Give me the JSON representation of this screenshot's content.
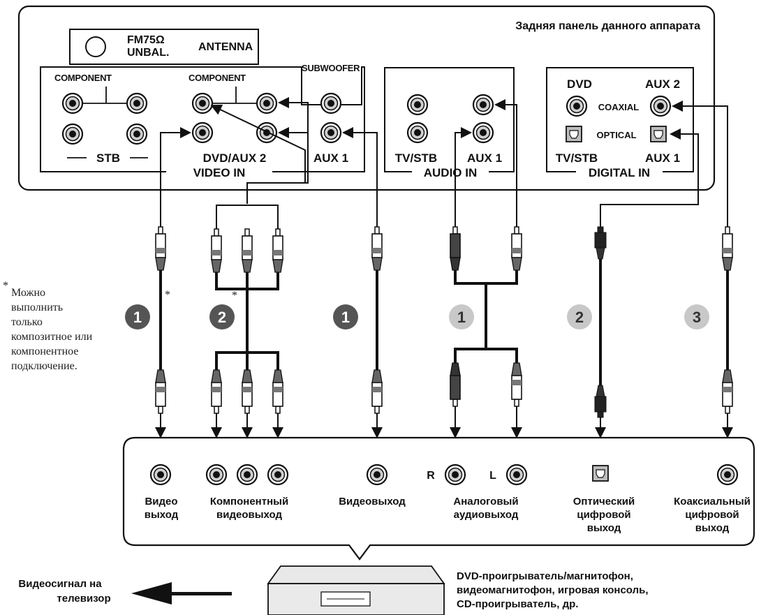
{
  "rear_panel": {
    "title": "Задняя панель данного аппарата",
    "antenna": {
      "fm": "FM75Ω",
      "unbal": "UNBAL.",
      "label": "ANTENNA"
    },
    "video_in": {
      "component_left": "COMPONENT",
      "component_right": "COMPONENT",
      "subwoofer": "SUBWOOFER",
      "stb": "STB",
      "dvd_aux2": "DVD/AUX 2",
      "aux1": "AUX 1",
      "group": "VIDEO IN"
    },
    "audio_in": {
      "tv_stb": "TV/STB",
      "aux1": "AUX 1",
      "group": "AUDIO IN"
    },
    "digital_in": {
      "dvd": "DVD",
      "aux2": "AUX 2",
      "coaxial": "COAXIAL",
      "optical": "OPTICAL",
      "tv_stb": "TV/STB",
      "aux1": "AUX 1",
      "group": "DIGITAL IN"
    }
  },
  "note": {
    "asterisk": "*",
    "lines": [
      "Можно",
      "выполнить",
      "только",
      "композитное или",
      "компонентное",
      "подключение."
    ]
  },
  "cable_numbers": [
    "1",
    "2",
    "1",
    "1",
    "2",
    "3"
  ],
  "device_outputs": {
    "video": [
      "Видео",
      "выход"
    ],
    "component": [
      "Компонентный",
      "видеовыход"
    ],
    "video2": [
      "Видеовыход"
    ],
    "analog": [
      "Аналоговый",
      "аудиовыход"
    ],
    "r": "R",
    "l": "L",
    "optical": [
      "Оптический",
      "цифровой",
      "выход"
    ],
    "coaxial": [
      "Коаксиальный",
      "цифровой",
      "выход"
    ]
  },
  "tv_signal": [
    "Видеосигнал на",
    "телевизор"
  ],
  "device_caption": [
    "DVD-проигрыватель/магнитофон,",
    "видеомагнитофон, игровая консоль,",
    "CD-проигрыватель, др."
  ]
}
